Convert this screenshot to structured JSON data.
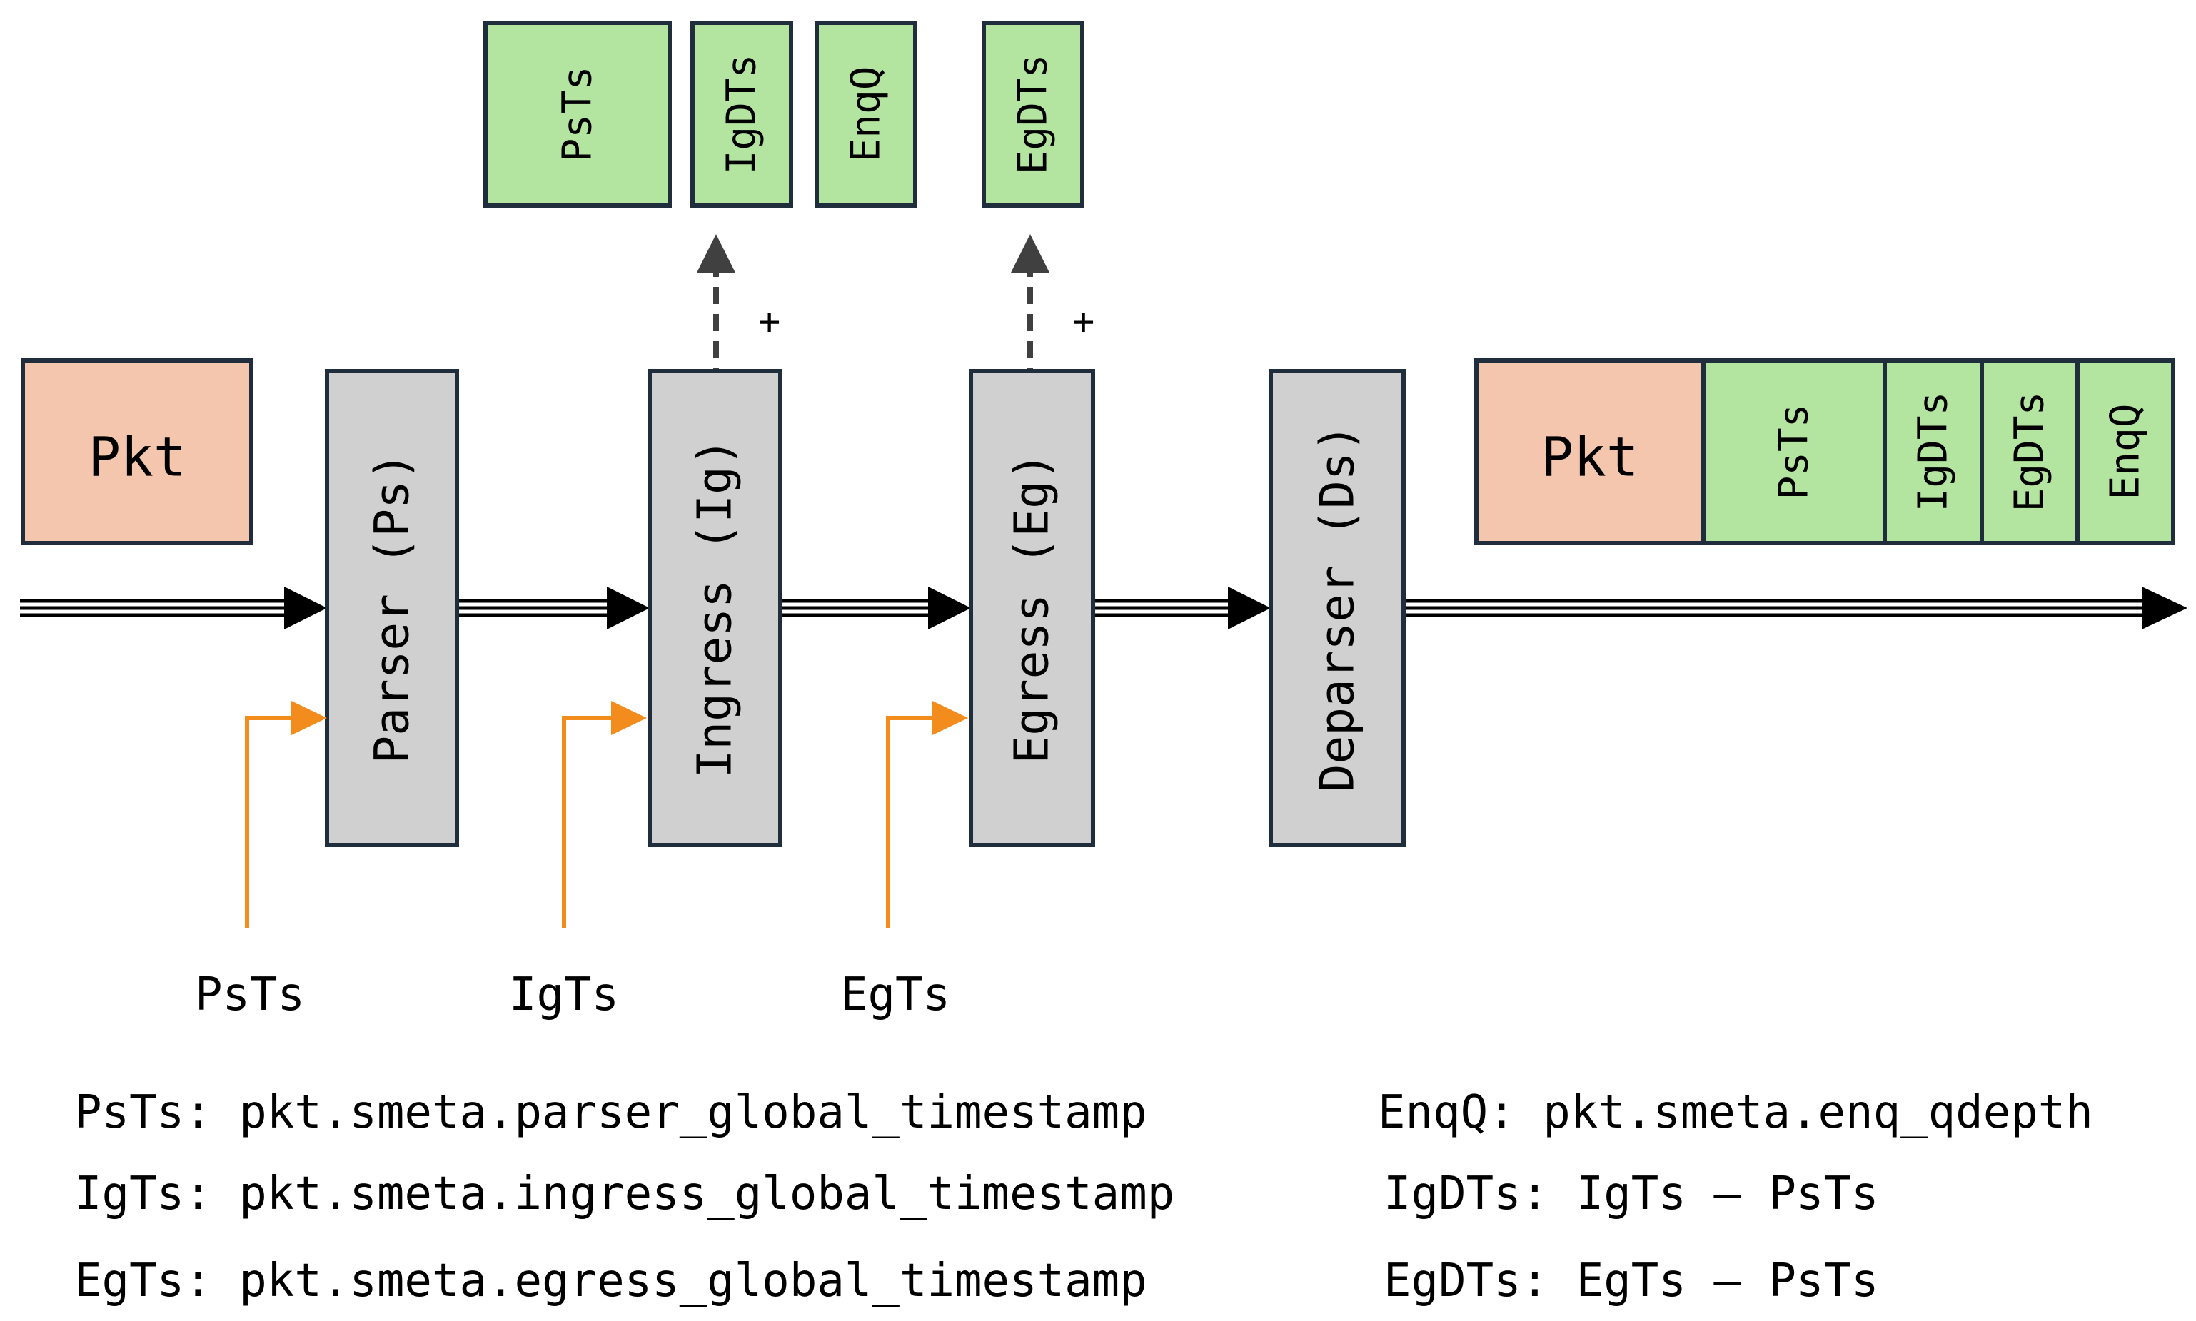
{
  "stages": [
    {
      "id": "parser",
      "label": "Parser (Ps)"
    },
    {
      "id": "ingress",
      "label": "Ingress (Ig)"
    },
    {
      "id": "egress",
      "label": "Egress (Eg)"
    },
    {
      "id": "deparser",
      "label": "Deparser (Ds)"
    }
  ],
  "packet": {
    "label": "Pkt"
  },
  "metadata_fields": {
    "psts": "PsTs",
    "igdts": "IgDTs",
    "enqq": "EnqQ",
    "egdts": "EgDTs"
  },
  "output_packet": {
    "pkt": "Pkt",
    "fields": [
      "PsTs",
      "IgDTs",
      "EgDTs",
      "EnqQ"
    ]
  },
  "timestamps": [
    "PsTs",
    "IgTs",
    "EgTs"
  ],
  "plus_sign": "+",
  "legend": {
    "left": [
      "PsTs: pkt.smeta.parser_global_timestamp",
      "IgTs: pkt.smeta.ingress_global_timestamp",
      "EgTs: pkt.smeta.egress_global_timestamp"
    ],
    "right": [
      "EnqQ: pkt.smeta.enq_qdepth",
      "IgDTs: IgTs – PsTs",
      "EgDTs: EgTs – PsTs"
    ]
  },
  "colors": {
    "stage_fill": "#d0d0d0",
    "packet_fill": "#f4c6ae",
    "metadata_fill": "#b3e4a0",
    "timestamp_arrow": "#f28c1c",
    "border": "#1f2d3d"
  }
}
